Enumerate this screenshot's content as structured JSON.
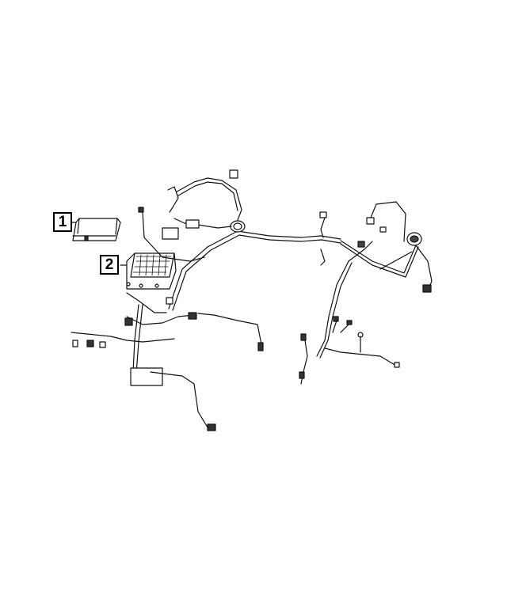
{
  "diagram": {
    "type": "parts-diagram",
    "subject": "wiring harness",
    "callouts": [
      {
        "number": "1",
        "part": "module-box"
      },
      {
        "number": "2",
        "part": "fuse-relay-block"
      }
    ]
  }
}
